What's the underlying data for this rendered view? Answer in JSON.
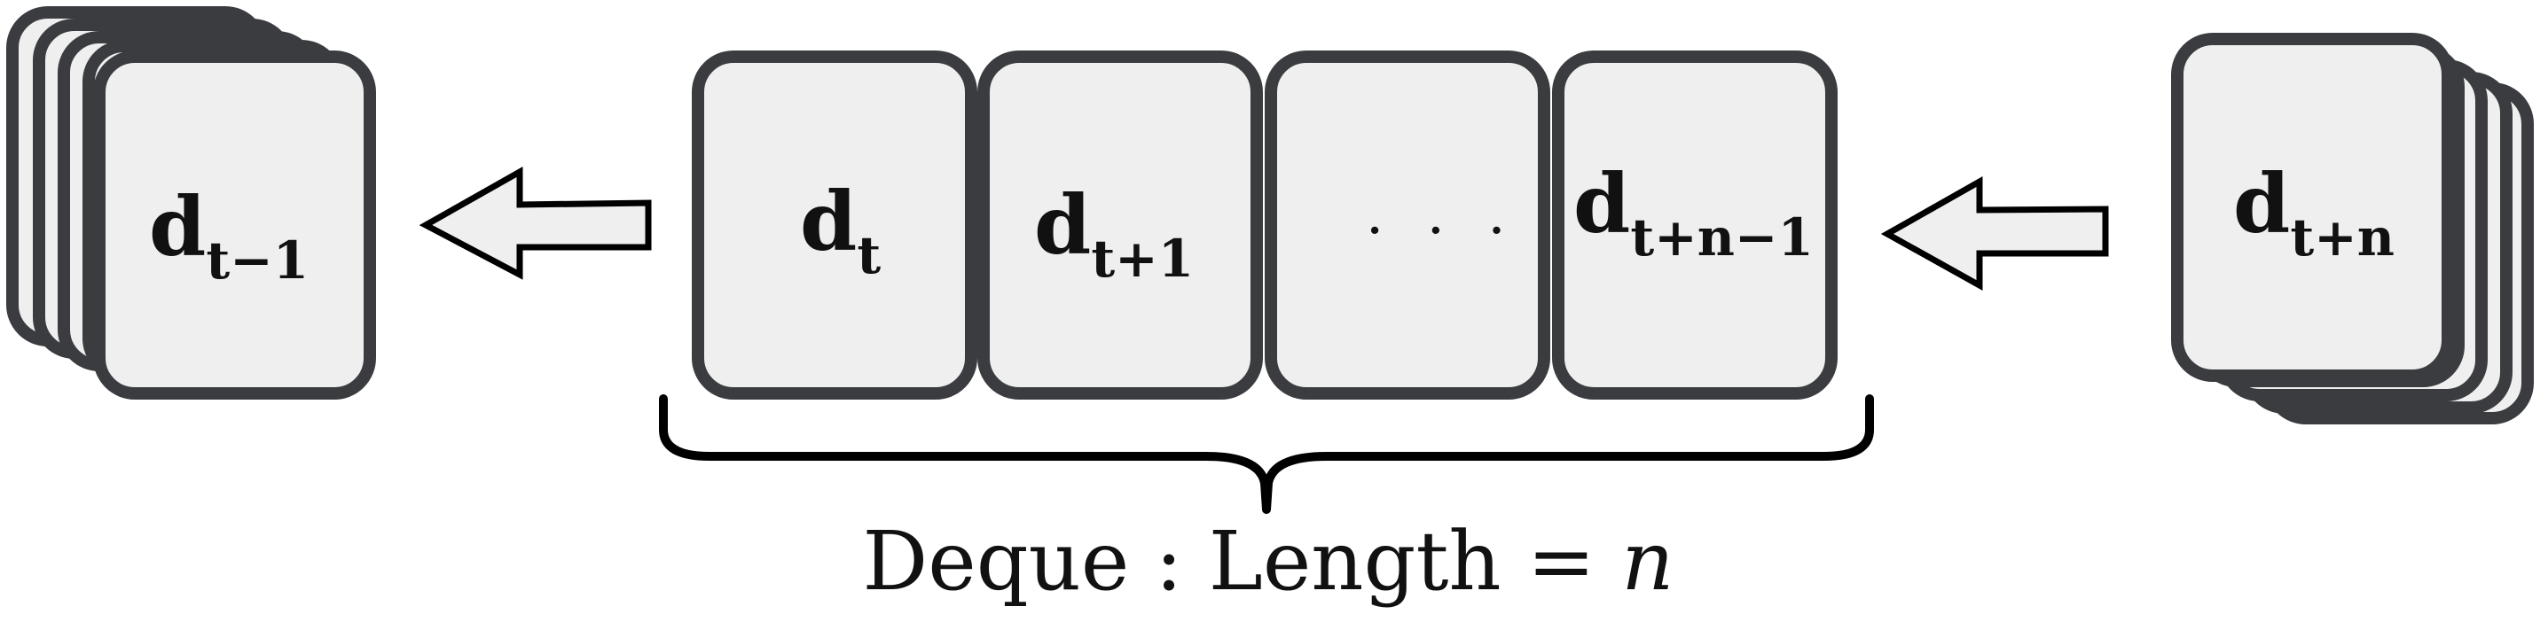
{
  "left_stack": {
    "base": "d",
    "sub": "t−1"
  },
  "deque_cards": [
    {
      "base": "d",
      "sub": "t"
    },
    {
      "base": "d",
      "sub": "t+1"
    },
    {
      "ellipsis": "· · ·"
    },
    {
      "base": "d",
      "sub": "t+n−1"
    }
  ],
  "right_stack": {
    "base": "d",
    "sub": "t+n"
  },
  "caption": {
    "word": "Deque",
    "sep": " : ",
    "length_label": "Length",
    "equals": " = ",
    "var": "n"
  },
  "colors": {
    "card_fill": "#efefef",
    "card_stroke": "#3a3c40",
    "arrow_stroke": "#000000"
  }
}
